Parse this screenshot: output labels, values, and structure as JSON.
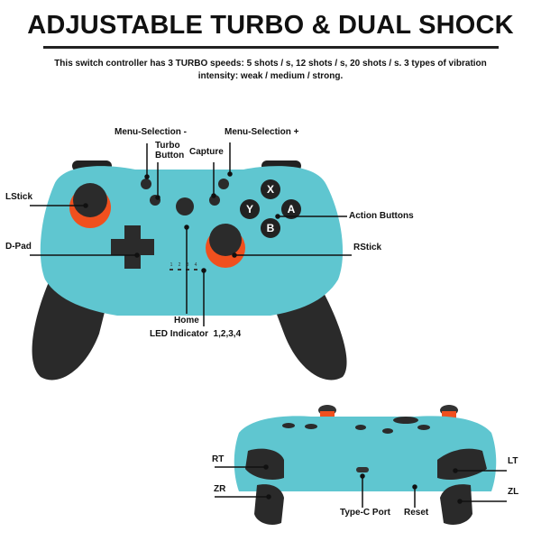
{
  "header": {
    "title": "ADJUSTABLE TURBO & DUAL SHOCK",
    "description": "This switch controller has 3 TURBO speeds: 5 shots / s, 12 shots / s, 20 shots / s. 3 types of vibration intensity: weak / medium / strong."
  },
  "front_labels": {
    "menu_minus": "Menu-Selection -",
    "turbo_line1": "Turbo",
    "turbo_line2": "Button",
    "capture": "Capture",
    "menu_plus": "Menu-Selection +",
    "lstick": "LStick",
    "dpad": "D-Pad",
    "action": "Action Buttons",
    "rstick": "RStick",
    "home": "Home",
    "led": "LED Indicator  1,2,3,4"
  },
  "face_buttons": {
    "x": "X",
    "y": "Y",
    "a": "A",
    "b": "B"
  },
  "led_numbers": [
    "1",
    "2",
    "3",
    "4"
  ],
  "back_labels": {
    "rt": "RT",
    "zr": "ZR",
    "lt": "LT",
    "zl": "ZL",
    "typec": "Type-C Port",
    "reset": "Reset"
  },
  "colors": {
    "body": "#5fc6d0",
    "grip": "#222222",
    "stick_ring": "#f0501e"
  }
}
